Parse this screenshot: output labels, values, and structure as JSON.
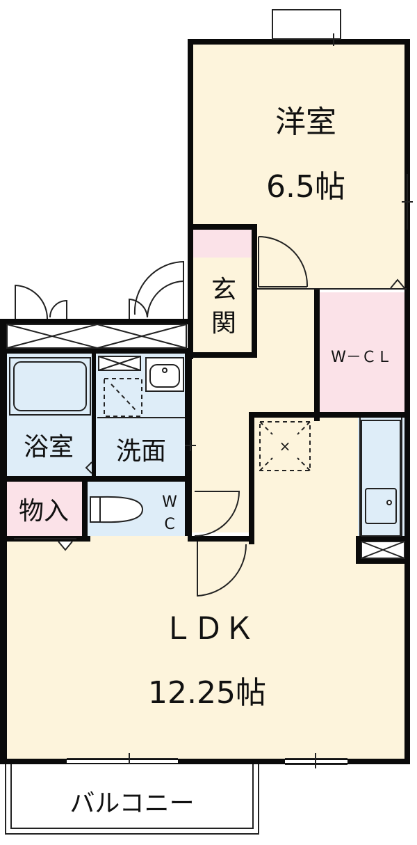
{
  "colors": {
    "cream": "#fdf4dc",
    "pink": "#fbe2e8",
    "blue": "#deedf8",
    "wall": "#0a0a0a"
  },
  "rooms": {
    "western": {
      "name": "洋室",
      "size": "6.5帖"
    },
    "entrance": {
      "line1": "玄",
      "line2": "関"
    },
    "walk_in_closet": {
      "name": "W－ＣＬ"
    },
    "bathroom": {
      "name": "浴室"
    },
    "washroom": {
      "name": "洗面"
    },
    "storage": {
      "name": "物入"
    },
    "toilet": {
      "line1": "W",
      "line2": "C"
    },
    "ldk": {
      "name": "ＬＤＫ",
      "size": "12.25帖"
    },
    "balcony": {
      "name": "バルコニー"
    }
  },
  "symbols": {
    "vent_mark": "×"
  }
}
